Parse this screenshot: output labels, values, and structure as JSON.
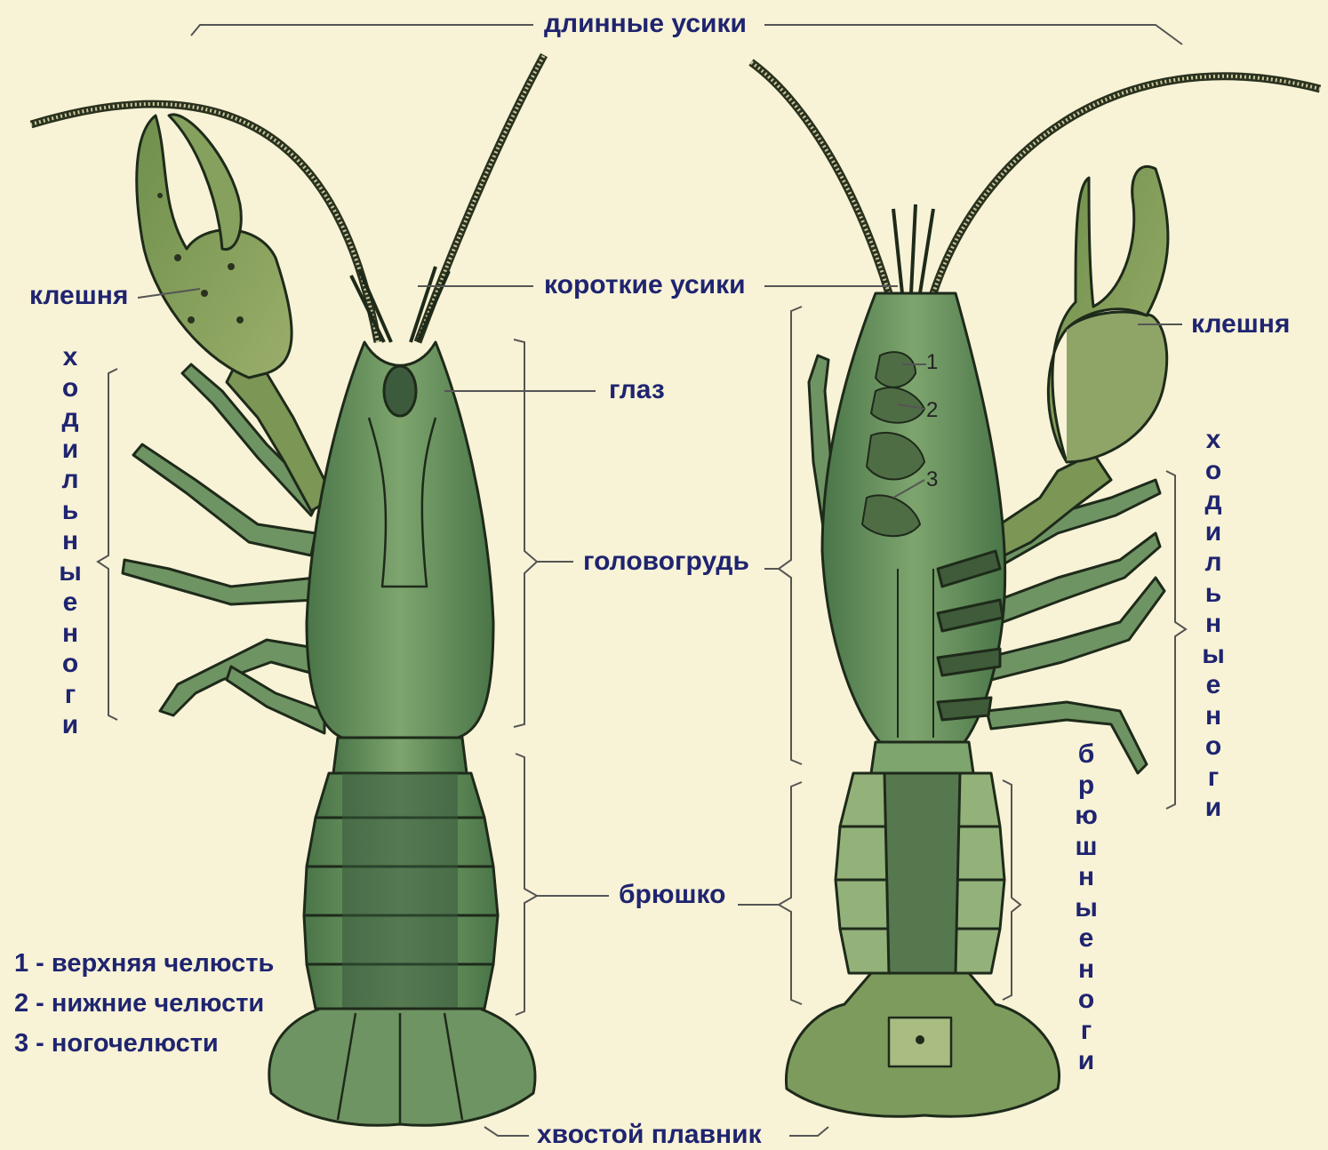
{
  "labels": {
    "long_antennae": "длинные усики",
    "short_antennae": "короткие усики",
    "eye": "глаз",
    "cephalothorax": "головогрудь",
    "abdomen": "брюшко",
    "tail_fin": "хвостой плавник",
    "claw_left": "клешня",
    "claw_right": "клешня",
    "walking_legs_left": "ходильные ноги",
    "walking_legs_right": "ходильные ноги",
    "abdominal_legs": "брюшные ноги",
    "num1": "1",
    "num2": "2",
    "num3": "3"
  },
  "legend": [
    "1 - верхняя челюсть",
    "2 - нижние челюсти",
    "3 - ногочелюсти"
  ],
  "colors": {
    "background": "#f8f3d6",
    "label": "#1f2470",
    "body": "#5f8c5a",
    "body_light": "#8fb07a",
    "outline": "#1e2a1a",
    "claw": "#7a9a58",
    "bracket": "#555555"
  }
}
